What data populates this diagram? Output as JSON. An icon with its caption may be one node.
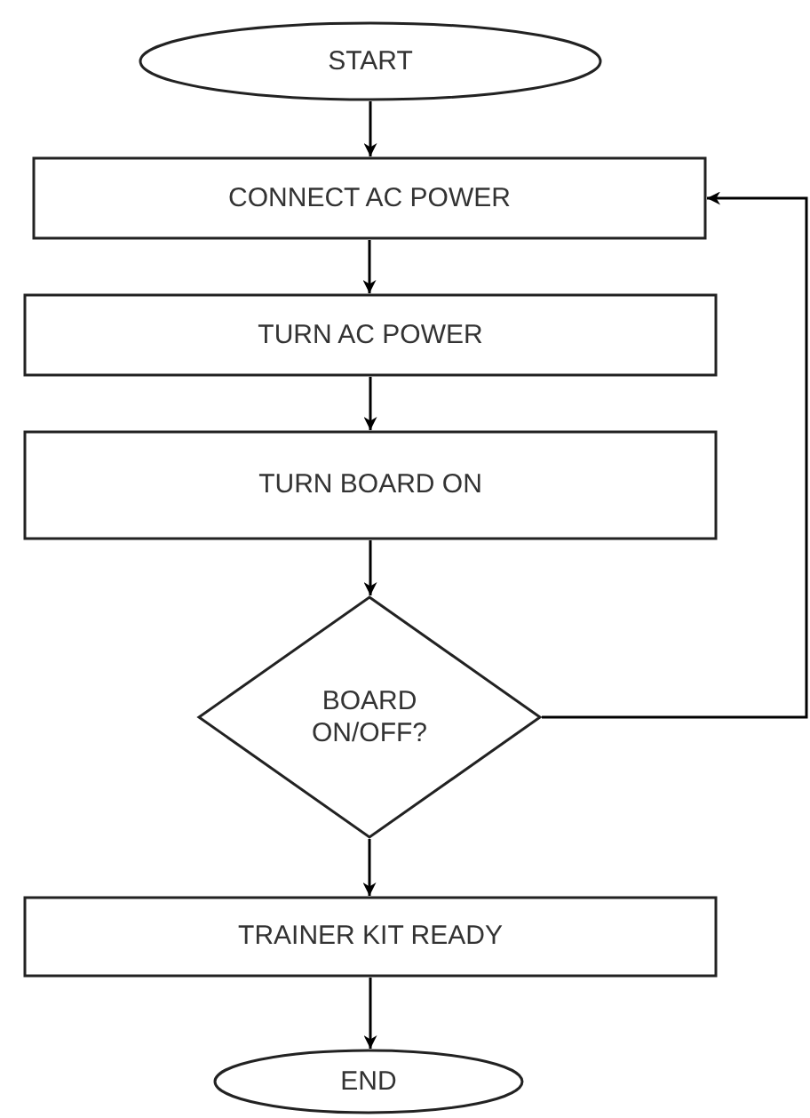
{
  "diagram": {
    "nodes": [
      {
        "text": [
          "START"
        ]
      },
      {
        "text": [
          "CONNECT AC POWER"
        ]
      },
      {
        "text": [
          "TURN AC POWER"
        ]
      },
      {
        "text": [
          "TURN BOARD ON"
        ]
      },
      {
        "text": [
          "BOARD ON/OFF?"
        ]
      },
      {
        "text": [
          "TRAINER KIT READY"
        ]
      },
      {
        "text": [
          "END"
        ]
      }
    ],
    "edges": [
      {
        "from": 0,
        "to": 1,
        "arrow": "to"
      },
      {
        "from": 1,
        "to": 2,
        "arrow": "to"
      },
      {
        "from": 2,
        "to": 3,
        "arrow": "to"
      },
      {
        "from": 3,
        "to": 4,
        "arrow": "to"
      },
      {
        "from": 4,
        "to": 1,
        "arrow": "to"
      },
      {
        "from": 4,
        "to": 5,
        "arrow": "to"
      },
      {
        "from": 5,
        "to": 6,
        "arrow": "to"
      }
    ]
  }
}
